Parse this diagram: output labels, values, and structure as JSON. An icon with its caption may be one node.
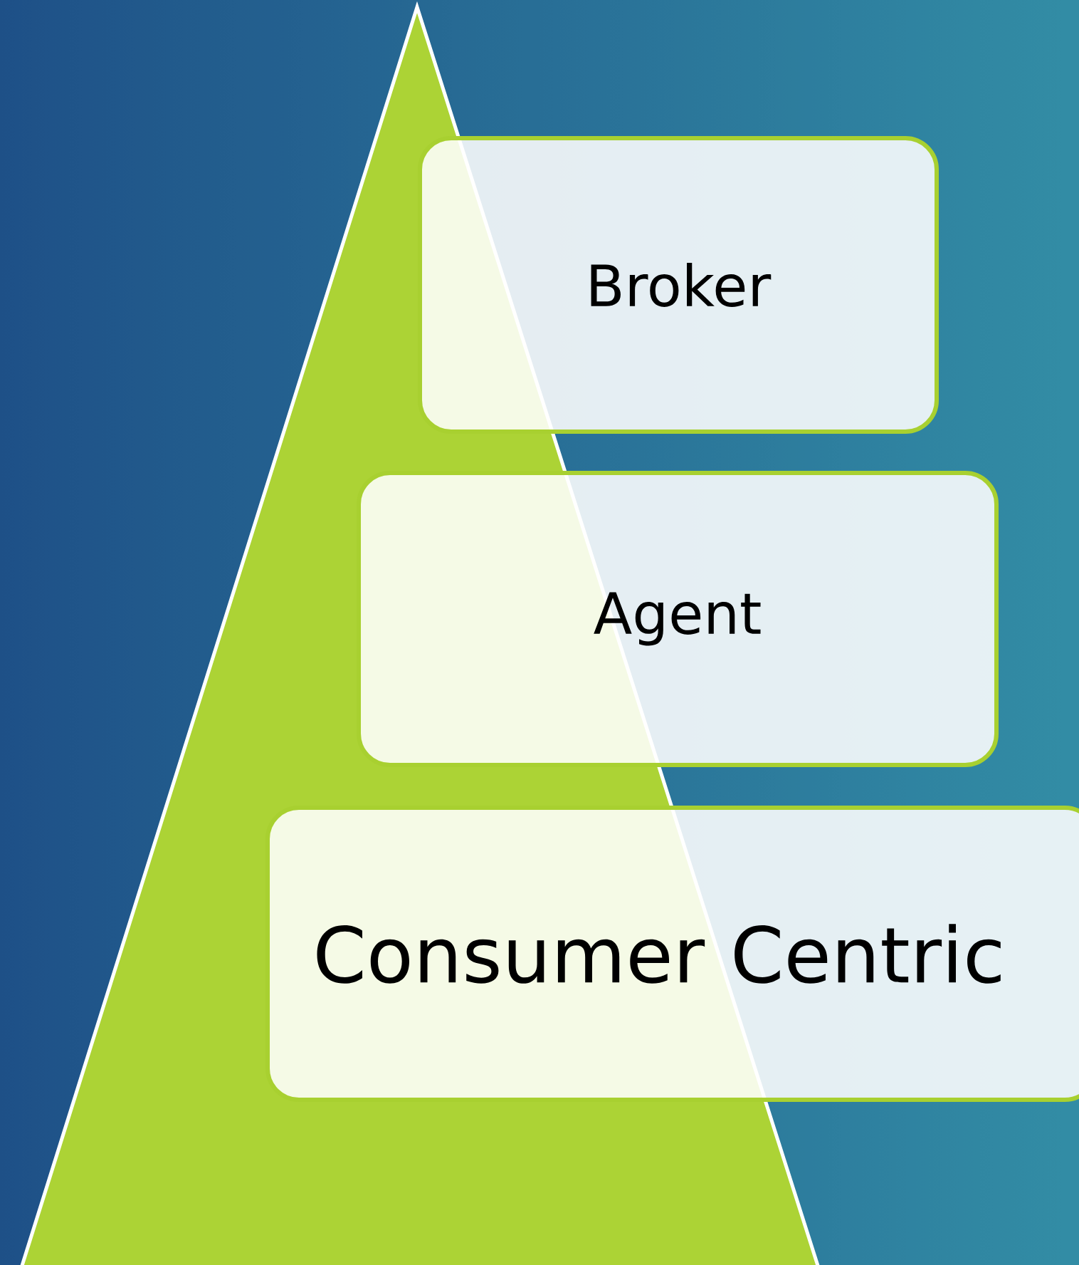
{
  "diagram": {
    "nodes": [
      {
        "text": [
          "Broker"
        ]
      },
      {
        "text": [
          "Agent"
        ]
      },
      {
        "text": [
          "Consumer Centric"
        ]
      }
    ]
  }
}
